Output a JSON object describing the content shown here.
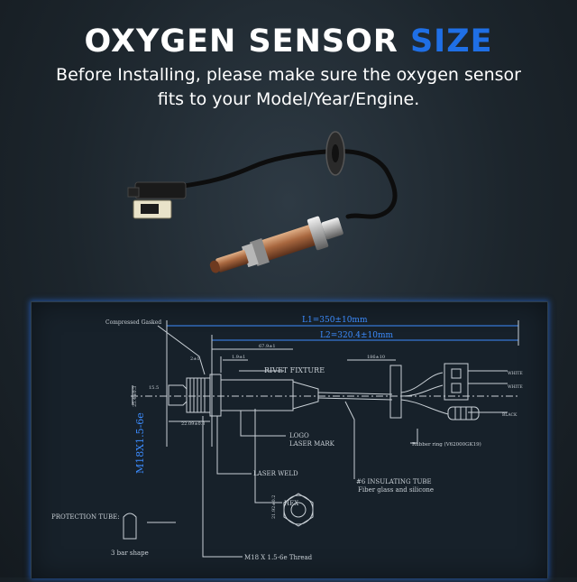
{
  "header": {
    "title_main": "OXYGEN SENSOR",
    "title_accent": "SIZE",
    "subtitle_line1": "Before Installing, please make sure the oxygen sensor",
    "subtitle_line2": "fits to your Model/Year/Engine."
  },
  "colors": {
    "accent": "#1f6fe5",
    "background": "#1c252c",
    "drawing_line": "#cfd6dc",
    "dimension_blue": "#3c8cff"
  },
  "diagram": {
    "l1": "L1=350±10mm",
    "l2": "L2=320.4±10mm",
    "thread_vertical": "M18X1.5-6e",
    "dim_67": "67.9±1",
    "dim_19": "1.9±1",
    "dim_2": "2±1",
    "dim_186": "186±10",
    "dim_254": "25.4±0.3",
    "dim_2209": "22.09±0.3",
    "dim_15": "15.5",
    "dim_hex": "21.92±0.2",
    "compressed_gasket": "Compressed Gasked",
    "rivet_fixture": "RIVET FIXTURE",
    "logo": "LOGO",
    "laser_mark": "LASER MARK",
    "laser_weld": "LASER WELD",
    "hex": "HEX",
    "insulating_tube": "#6 INSULATING TUBE",
    "fiber_glass": "Fiber glass and silicone",
    "rubber_ring": "Rubber ring (V62000GK19)",
    "protection_tube": "PROTECTION TUBE:",
    "bar_shape": "3 bar shape",
    "thread": "M18 X 1.5-6e Thread",
    "wire_labels": [
      "WHITE",
      "WHITE",
      "BLACK"
    ]
  }
}
